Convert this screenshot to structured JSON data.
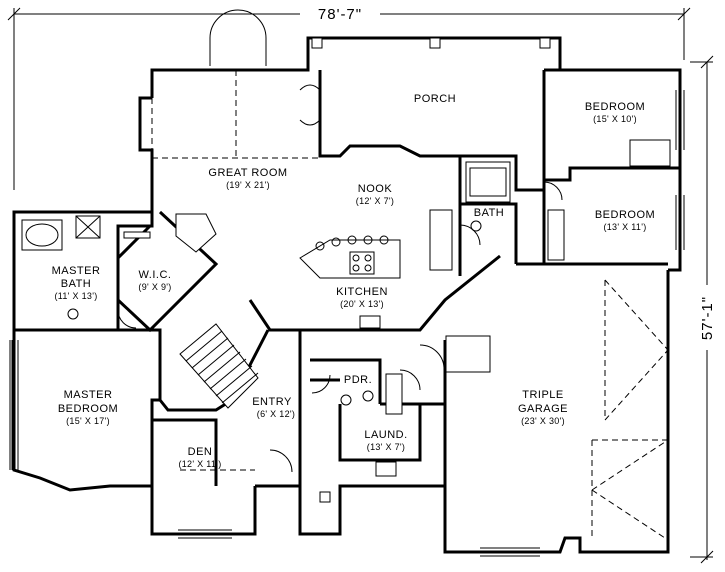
{
  "overall": {
    "width": "78'-7\"",
    "depth": "57'-1\""
  },
  "rooms": {
    "porch": {
      "name": "PORCH"
    },
    "bedroom_1": {
      "name": "BEDROOM",
      "size": "(15' X 10')"
    },
    "great_room": {
      "name": "GREAT ROOM",
      "size": "(19' X 21')"
    },
    "nook": {
      "name": "NOOK",
      "size": "(12' X 7')"
    },
    "bath": {
      "name": "BATH"
    },
    "bedroom_2": {
      "name": "BEDROOM",
      "size": "(13' X 11')"
    },
    "master_bath": {
      "name_1": "MASTER",
      "name_2": "BATH",
      "size": "(11' X 13')"
    },
    "wic": {
      "name": "W.I.C.",
      "size": "(9' X 9')"
    },
    "kitchen": {
      "name": "KITCHEN",
      "size": "(20' X 13')"
    },
    "pdr": {
      "name": "PDR."
    },
    "master_bedroom": {
      "name_1": "MASTER",
      "name_2": "BEDROOM",
      "size": "(15' X 17')"
    },
    "entry": {
      "name": "ENTRY",
      "size": "(6' X 12')"
    },
    "laundry": {
      "name": "LAUND.",
      "size": "(13' X 7')"
    },
    "garage": {
      "name_1": "TRIPLE",
      "name_2": "GARAGE",
      "size": "(23' X 30')"
    },
    "den": {
      "name": "DEN",
      "size": "(12' X 11')"
    }
  }
}
